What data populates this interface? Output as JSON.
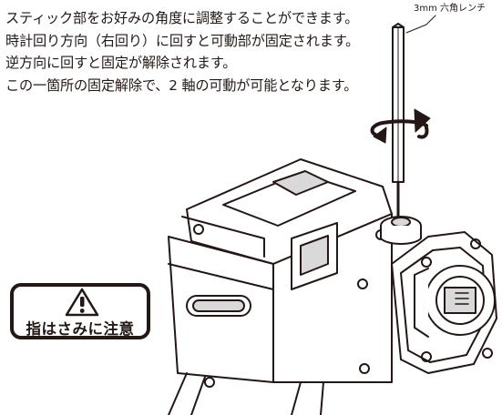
{
  "instructions": {
    "paragraph_1": "スティック部をお好みの角度に調整することができます。時計回り方向（右回り）に回すと可動部が固定されます。逆方向に回すと固定が解除されます。",
    "paragraph_2": "この一箇所の固定解除で、2 軸の可動が可能となります。"
  },
  "callout": {
    "wrench_label": "3mm 六角レンチ"
  },
  "warning": {
    "text": "指はさみに注意",
    "icon": "warning-triangle-icon"
  },
  "colors": {
    "ink": "#231815",
    "paper": "#ffffff",
    "shade": "#d9d9d9"
  }
}
